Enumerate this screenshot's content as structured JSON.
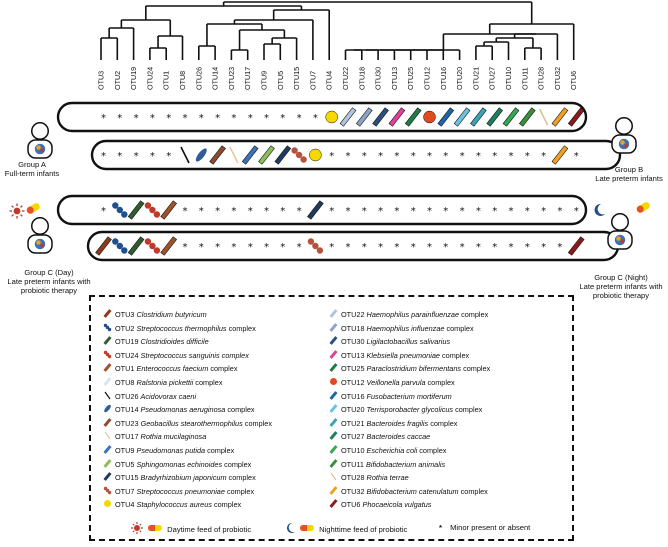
{
  "dendrogram": {
    "leaves": [
      "OTU3",
      "OTU2",
      "OTU19",
      "OTU24",
      "OTU1",
      "OTU8",
      "OTU26",
      "OTU14",
      "OTU23",
      "OTU17",
      "OTU9",
      "OTU5",
      "OTU15",
      "OTU7",
      "OTU4",
      "OTU22",
      "OTU18",
      "OTU30",
      "OTU13",
      "OTU25",
      "OTU12",
      "OTU16",
      "OTU20",
      "OTU21",
      "OTU27",
      "OTU10",
      "OTU11",
      "OTU28",
      "OTU32",
      "OTU6"
    ]
  },
  "groups": {
    "a": {
      "name": "Group A",
      "desc": "Full-term infants"
    },
    "b": {
      "name": "Group B",
      "desc": "Late preterm infants"
    },
    "c_day": {
      "name": "Group C (Day)",
      "desc1": "Late preterm infants with",
      "desc2": "probiotic therapy"
    },
    "c_night": {
      "name": "Group C (Night)",
      "desc1": "Late preterm infants with",
      "desc2": "probiotic therapy"
    }
  },
  "minor_symbol": "*",
  "rows": [
    {
      "id": "A",
      "cells": [
        "*",
        "*",
        "*",
        "*",
        "*",
        "*",
        "*",
        "*",
        "*",
        "*",
        "*",
        "*",
        "*",
        "*",
        "OTU4",
        "OTU22",
        "OTU18",
        "OTU30",
        "OTU13",
        "OTU25",
        "OTU12",
        "OTU16",
        "OTU20",
        "OTU21",
        "OTU27",
        "OTU10",
        "OTU11",
        "OTU28",
        "OTU32",
        "OTU6"
      ]
    },
    {
      "id": "B",
      "cells": [
        "*",
        "*",
        "*",
        "*",
        "*",
        "OTU26",
        "OTU14",
        "OTU23",
        "OTU17",
        "OTU9",
        "OTU5",
        "OTU15",
        "OTU7",
        "OTU4",
        "*",
        "*",
        "*",
        "*",
        "*",
        "*",
        "*",
        "*",
        "*",
        "*",
        "*",
        "*",
        "*",
        "*",
        "OTU32",
        "*"
      ]
    },
    {
      "id": "C-day",
      "cells": [
        "*",
        "OTU2",
        "OTU19",
        "OTU24",
        "OTU1",
        "*",
        "*",
        "*",
        "*",
        "*",
        "*",
        "*",
        "*",
        "OTU15",
        "*",
        "*",
        "*",
        "*",
        "*",
        "*",
        "*",
        "*",
        "*",
        "*",
        "*",
        "*",
        "*",
        "*",
        "*",
        "*"
      ]
    },
    {
      "id": "C-night",
      "cells": [
        "OTU3",
        "OTU2",
        "OTU19",
        "OTU24",
        "OTU1",
        "*",
        "*",
        "*",
        "*",
        "*",
        "*",
        "*",
        "*",
        "OTU7",
        "*",
        "*",
        "*",
        "*",
        "*",
        "*",
        "*",
        "*",
        "*",
        "*",
        "*",
        "*",
        "*",
        "*",
        "*",
        "OTU6"
      ]
    }
  ],
  "legend_left": [
    {
      "otu": "OTU3",
      "name": "Clostridium butyricum",
      "suffix": "",
      "color": "#8c3a1c",
      "shape": "bar"
    },
    {
      "otu": "OTU2",
      "name": "Streptococcus thermophilus",
      "suffix": " complex",
      "color": "#1e4f8f",
      "shape": "chain"
    },
    {
      "otu": "OTU19",
      "name": "Clostridioides difficile",
      "suffix": "",
      "color": "#2e5e2e",
      "shape": "bar"
    },
    {
      "otu": "OTU24",
      "name": "Streptococcus sanguinis complex",
      "suffix": "",
      "color": "#c0392b",
      "shape": "chain"
    },
    {
      "otu": "OTU1",
      "name": "Enterococcus faecium",
      "suffix": " complex",
      "color": "#a0522d",
      "shape": "bar"
    },
    {
      "otu": "OTU8",
      "name": "Ralstonia pickettii",
      "suffix": " complex",
      "color": "#d7e6f2",
      "shape": "bar"
    },
    {
      "otu": "OTU26",
      "name": "Acidovorax caeni",
      "suffix": "",
      "color": "#111111",
      "shape": "line"
    },
    {
      "otu": "OTU14",
      "name": "Pseudomonas aeruginosa",
      "suffix": " complex",
      "color": "#2f5d9c",
      "shape": "oval"
    },
    {
      "otu": "OTU23",
      "name": "Geobacillus stearothermophilus",
      "suffix": " complex",
      "color": "#8c4a2f",
      "shape": "bar"
    },
    {
      "otu": "OTU17",
      "name": "Rothia mucilaginosa",
      "suffix": "",
      "color": "#e6c9a0",
      "shape": "line"
    },
    {
      "otu": "OTU9",
      "name": "Pseudomonas putida",
      "suffix": " complex",
      "color": "#3a73b8",
      "shape": "bar"
    },
    {
      "otu": "OTU5",
      "name": "Sphingomonas echinoides",
      "suffix": " complex",
      "color": "#8fbc5a",
      "shape": "bar"
    },
    {
      "otu": "OTU15",
      "name": "Bradyrhizobium japonicum",
      "suffix": " complex",
      "color": "#203a5e",
      "shape": "bar"
    },
    {
      "otu": "OTU7",
      "name": "Streptococcus pneumoniae",
      "suffix": " complex",
      "color": "#b5533c",
      "shape": "chain"
    },
    {
      "otu": "OTU4",
      "name": "Staphylococcus aureus",
      "suffix": " complex",
      "color": "#f5d800",
      "shape": "circle"
    }
  ],
  "legend_right": [
    {
      "otu": "OTU22",
      "name": "Haemophilus parainfluenzae",
      "suffix": " complex",
      "color": "#b0c4de",
      "shape": "bar"
    },
    {
      "otu": "OTU18",
      "name": "Haemophilus influenzae",
      "suffix": " complex",
      "color": "#8aa4c8",
      "shape": "bar"
    },
    {
      "otu": "OTU30",
      "name": "Ligilactobacillus salivarius",
      "suffix": "",
      "color": "#2c4f7c",
      "shape": "bar"
    },
    {
      "otu": "OTU13",
      "name": "Klebsiella pneumoniae",
      "suffix": " complex",
      "color": "#e0409a",
      "shape": "bar"
    },
    {
      "otu": "OTU25",
      "name": "Paraclostridium bifermentans",
      "suffix": " complex",
      "color": "#1f7a4a",
      "shape": "bar"
    },
    {
      "otu": "OTU12",
      "name": "Veillonella parvula",
      "suffix": " complex",
      "color": "#e04a20",
      "shape": "circle"
    },
    {
      "otu": "OTU16",
      "name": "Fusobacterium mortiferum",
      "suffix": "",
      "color": "#1a66a8",
      "shape": "bar"
    },
    {
      "otu": "OTU20",
      "name": "Terrisporobacter glycolicus",
      "suffix": " complex",
      "color": "#67c3e0",
      "shape": "bar"
    },
    {
      "otu": "OTU21",
      "name": "Bacteroides fragilis",
      "suffix": " complex",
      "color": "#3aa3b5",
      "shape": "bar"
    },
    {
      "otu": "OTU27",
      "name": "Bacteroides caccae",
      "suffix": "",
      "color": "#1e7d5c",
      "shape": "bar"
    },
    {
      "otu": "OTU10",
      "name": "Escherichia coli",
      "suffix": " complex",
      "color": "#34a853",
      "shape": "bar"
    },
    {
      "otu": "OTU11",
      "name": "Bifidobacterium animalis",
      "suffix": "",
      "color": "#3b8d3b",
      "shape": "bar"
    },
    {
      "otu": "OTU28",
      "name": "Rothia terrae",
      "suffix": "",
      "color": "#d8c49a",
      "shape": "line"
    },
    {
      "otu": "OTU32",
      "name": "Bifidobacterium catenulatum",
      "suffix": " complex",
      "color": "#f0a020",
      "shape": "bar"
    },
    {
      "otu": "OTU6",
      "name": "Phocaeicola vulgatus",
      "suffix": "",
      "color": "#8b1a1a",
      "shape": "bar"
    }
  ],
  "footer": {
    "day_label": "Daytime feed of probiotic",
    "night_label": "Nighttime feed of probiotic",
    "minor_label": "Minor present or absent"
  }
}
